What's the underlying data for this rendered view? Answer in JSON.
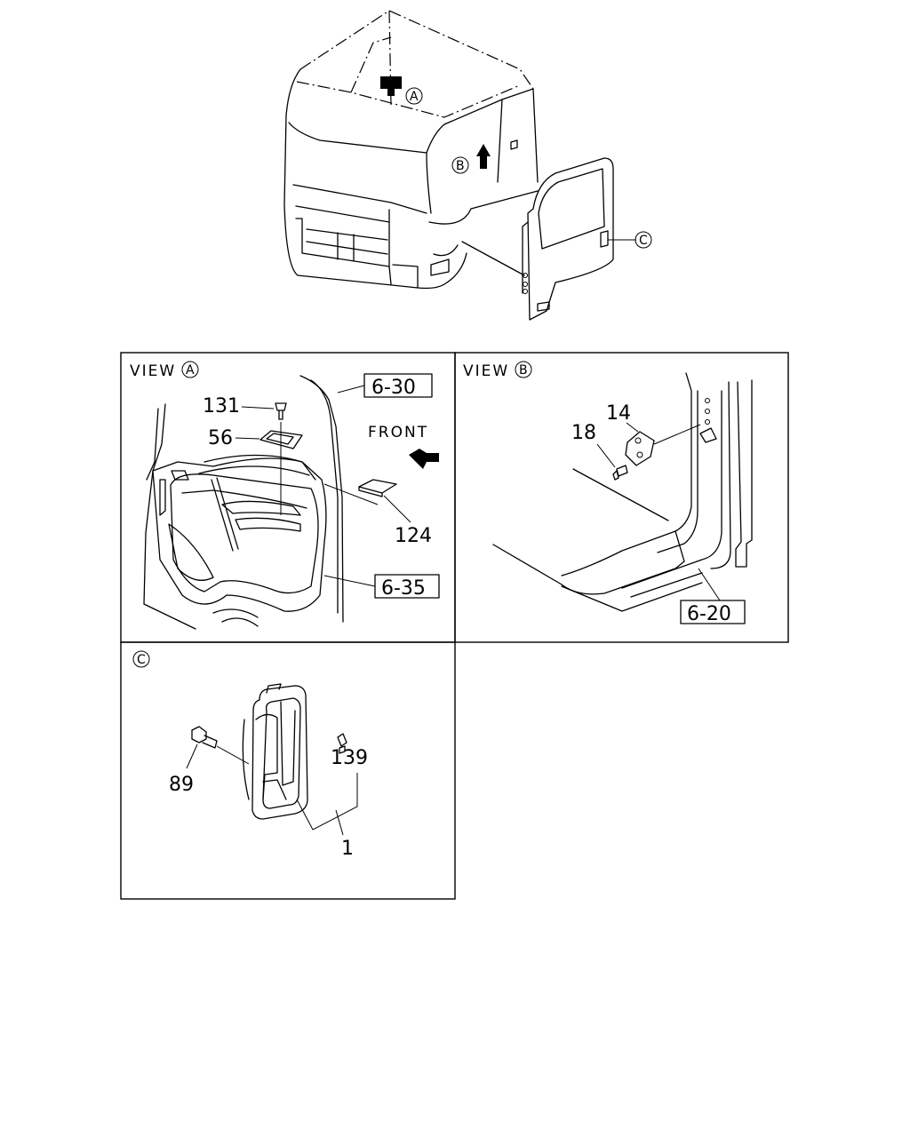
{
  "overview": {
    "callout_a": "A",
    "callout_b": "B",
    "callout_c": "C"
  },
  "view_a": {
    "title_word": "VIEW",
    "title_letter": "A",
    "front_label": "FRONT",
    "parts": [
      "131",
      "56",
      "124"
    ],
    "refs": [
      "6-30",
      "6-35"
    ]
  },
  "view_b": {
    "title_word": "VIEW",
    "title_letter": "B",
    "parts": [
      "14",
      "18"
    ],
    "refs": [
      "6-20"
    ]
  },
  "view_c": {
    "title_letter": "C",
    "parts": [
      "89",
      "139",
      "1"
    ]
  }
}
